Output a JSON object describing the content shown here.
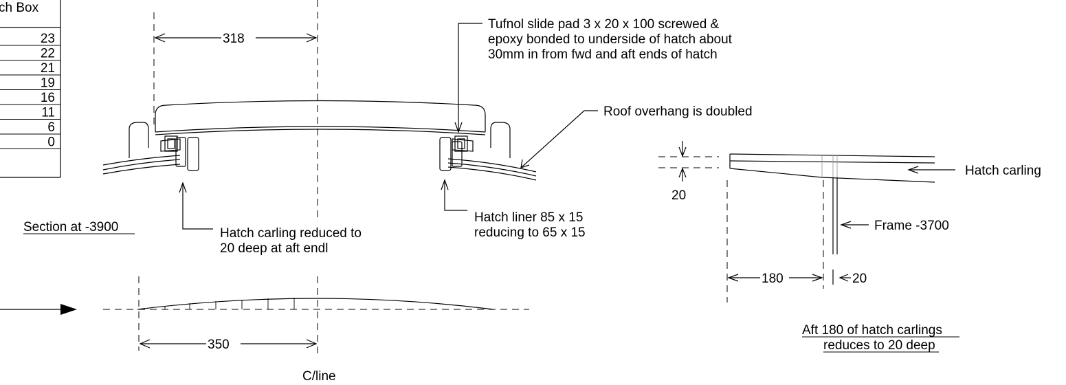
{
  "table": {
    "header": "ch Box",
    "values": [
      "23",
      "22",
      "21",
      "19",
      "16",
      "11",
      "6",
      "0"
    ]
  },
  "dimensions": {
    "width_318": "318",
    "width_350": "350",
    "aft_180": "180",
    "frame_20": "20",
    "depth_20": "20"
  },
  "annotations": {
    "tufnol_line1": "Tufnol slide pad 3 x 20 x 100 screwed &",
    "tufnol_line2": "epoxy bonded to underside of hatch about",
    "tufnol_line3": "30mm in from fwd and aft ends of hatch",
    "roof_overhang": "Roof overhang is doubled",
    "hatch_carling": "Hatch carling",
    "liner_line1": "Hatch liner 85 x 15",
    "liner_line2": "reducing to 65 x 15",
    "carling_reduced_line1": "Hatch carling reduced to",
    "carling_reduced_line2": "20 deep at aft endl",
    "frame": "Frame -3700"
  },
  "titles": {
    "section": "Section at -3900",
    "aft_line1": "Aft 180 of hatch carlings",
    "aft_line2": "reduces to 20 deep",
    "centerline": "C/line"
  }
}
